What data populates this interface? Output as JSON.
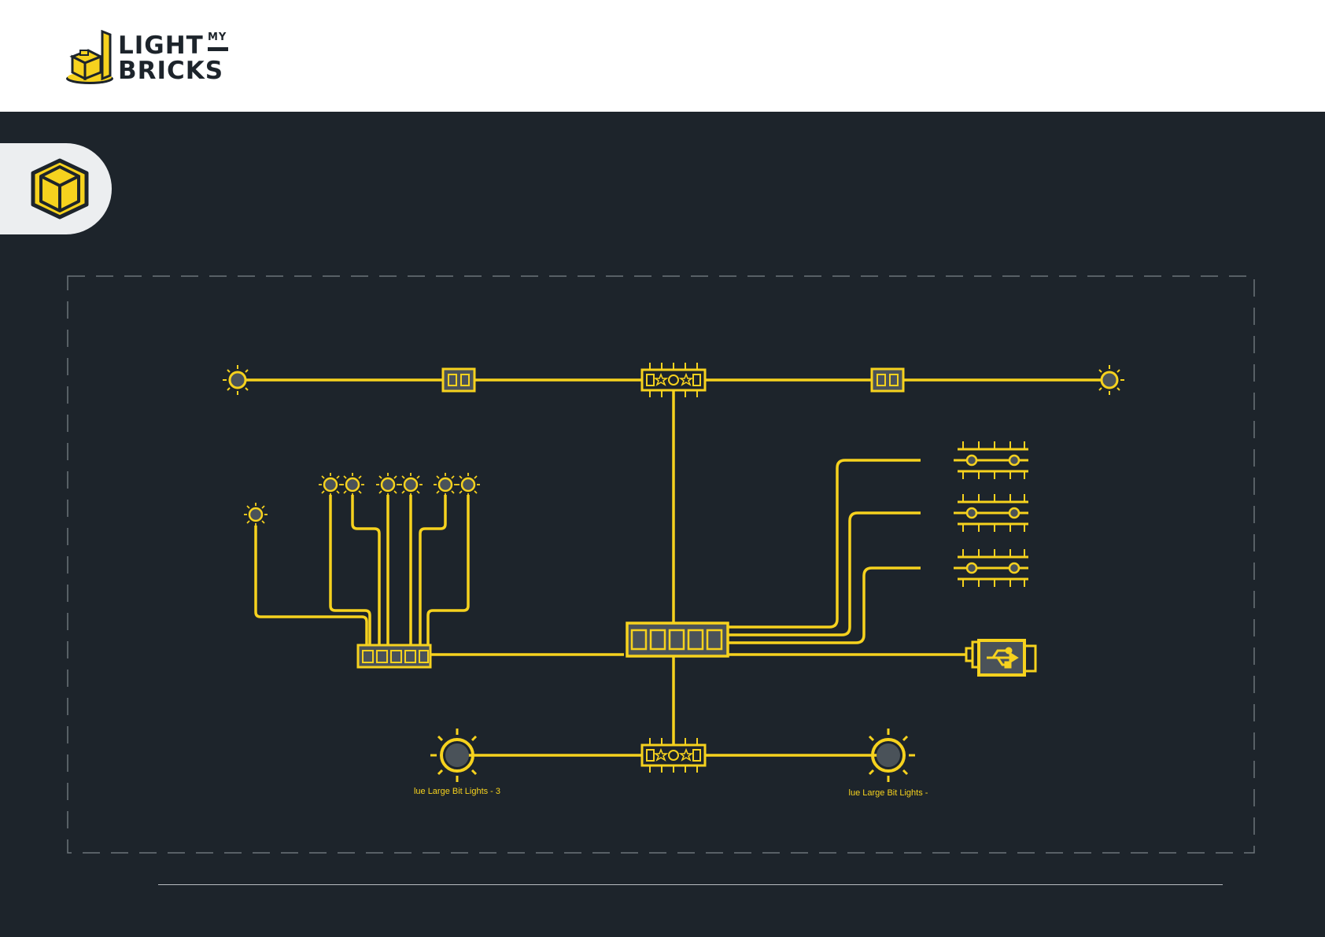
{
  "header": {
    "logo": {
      "line1": "LIGHT",
      "superscript": "MY",
      "line2": "BRICKS"
    }
  },
  "section_icon": "cube-icon",
  "diagram": {
    "labels": {
      "large_light_left": "lue Large Bit Lights - 3",
      "large_light_right": "lue Large Bit Lights -"
    }
  },
  "colors": {
    "wire": "#f6d21e",
    "background": "#1d242b",
    "component_fill": "#4a5259"
  }
}
